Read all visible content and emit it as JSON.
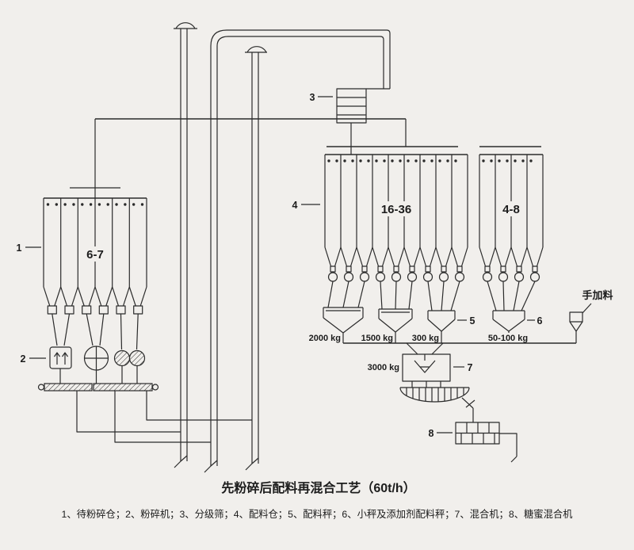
{
  "title": "先粉碎后配料再混合工艺（60t/h）",
  "legend": "1、待粉碎仓；2、粉碎机；3、分级筛；4、配料仓；5、配料秤；6、小秤及添加剂配料秤；7、混合机；8、糖蜜混合机",
  "labels": {
    "n1": "1",
    "n2": "2",
    "n3": "3",
    "n4": "4",
    "n5": "5",
    "n6": "6",
    "n7": "7",
    "n8": "8",
    "bank_raw": "6-7",
    "bank_batch_main": "16-36",
    "bank_batch_small": "4-8",
    "w2000": "2000 kg",
    "w1500": "1500 kg",
    "w300": "300 kg",
    "w50100": "50-100 kg",
    "w3000": "3000 kg",
    "manual_feed": "手加料"
  },
  "colors": {
    "line": "#2b2b2b",
    "paper": "#f1efec"
  }
}
